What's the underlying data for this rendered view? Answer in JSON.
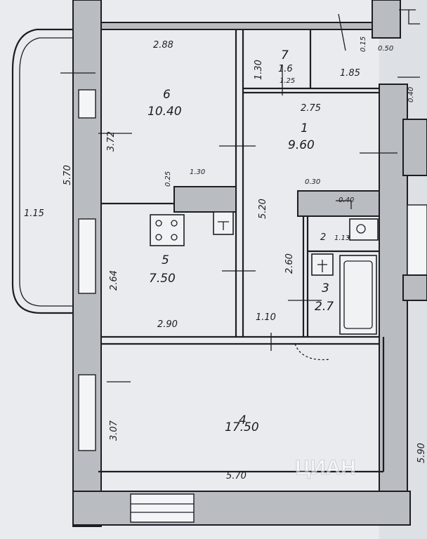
{
  "rooms": [
    {
      "number": "1",
      "area": "9.60"
    },
    {
      "number": "2",
      "area": "1.13"
    },
    {
      "number": "3",
      "area": "2.7"
    },
    {
      "number": "4",
      "area": "17.50"
    },
    {
      "number": "5",
      "area": "7.50"
    },
    {
      "number": "6",
      "area": "10.40"
    },
    {
      "number": "7",
      "area": "1.6"
    }
  ],
  "dimensions": {
    "room6_width": "2.88",
    "room6_depth": "3.72",
    "room5_width": "2.90",
    "room5_depth": "2.64",
    "room4_width": "5.70",
    "room4_depth": "3.07",
    "room1_width": "2.75",
    "room1_depth": "5.20",
    "room7_depth": "1.30",
    "room7_small": "1.25",
    "corridor_width": "1.85",
    "bath_depth": "2.60",
    "door_width": "1.10",
    "kitchen_nook_width": "1.30",
    "nook_depth": "0.25",
    "balcony_length": "5.70",
    "balcony_width": "1.15",
    "top_right_a": "0.15",
    "top_right_b": "0.50",
    "right_wall": "0.40",
    "right_edge_length": "5.90",
    "shaft_a": "0.30",
    "shaft_b": "0.40"
  },
  "watermark": "ЦИАН"
}
